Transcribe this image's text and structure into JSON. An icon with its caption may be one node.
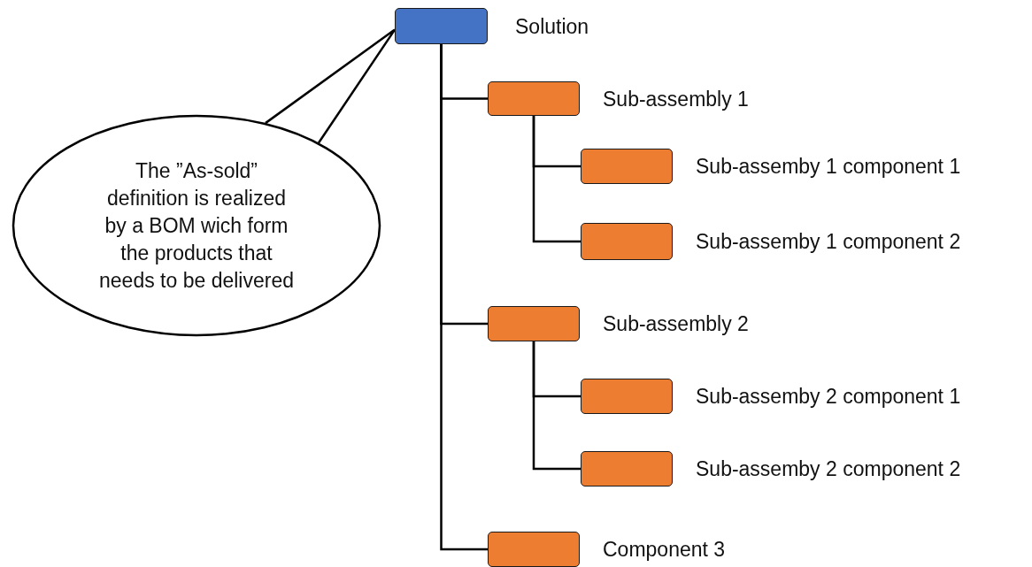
{
  "diagram": {
    "nodes": [
      {
        "text": [],
        "shape": "box",
        "beside": [
          "Solution"
        ]
      },
      {
        "text": [],
        "shape": "box",
        "beside": [
          "Sub-assembly 1"
        ]
      },
      {
        "text": [],
        "shape": "box",
        "beside": [
          "Sub-assemby 1 component 1"
        ]
      },
      {
        "text": [],
        "shape": "box",
        "beside": [
          "Sub-assemby 1 component 2"
        ]
      },
      {
        "text": [],
        "shape": "box",
        "beside": [
          "Sub-assembly 2"
        ]
      },
      {
        "text": [],
        "shape": "box",
        "beside": [
          "Sub-assemby 2 component 1"
        ]
      },
      {
        "text": [],
        "shape": "box",
        "beside": [
          "Sub-assemby 2 component 2"
        ]
      },
      {
        "text": [],
        "shape": "box",
        "beside": [
          "Component 3"
        ]
      },
      {
        "text": [
          "The ”As-sold” definition is realized by a BOM wich form the products that needs to be delivered"
        ]
      }
    ],
    "edges": [
      {
        "from": 0,
        "to": 1,
        "arrow": "none"
      },
      {
        "from": 1,
        "to": 2,
        "arrow": "none"
      },
      {
        "from": 1,
        "to": 3,
        "arrow": "none"
      },
      {
        "from": 0,
        "to": 4,
        "arrow": "none"
      },
      {
        "from": 4,
        "to": 5,
        "arrow": "none"
      },
      {
        "from": 4,
        "to": 6,
        "arrow": "none"
      },
      {
        "from": 0,
        "to": 7,
        "arrow": "none"
      },
      {
        "from": 8,
        "to": 0,
        "arrow": "none"
      }
    ]
  }
}
